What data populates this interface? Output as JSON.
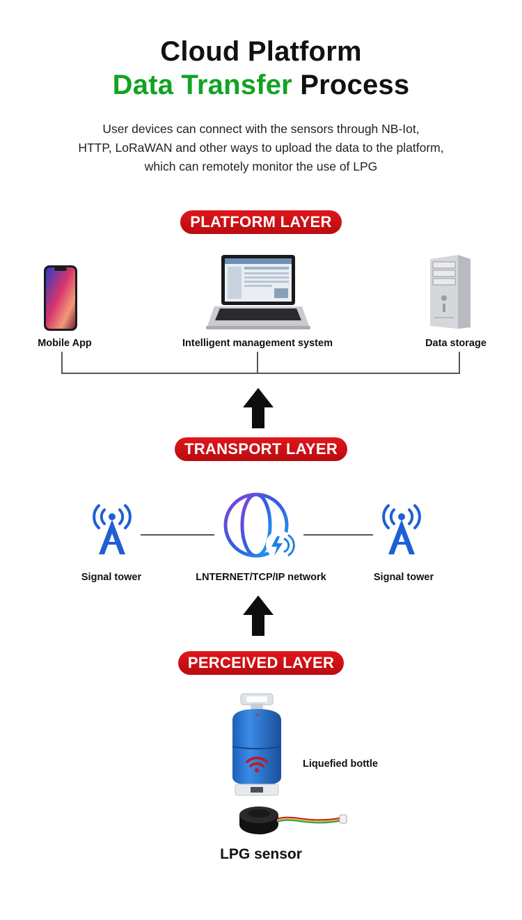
{
  "title": {
    "line1": "Cloud Platform",
    "line2_green": "Data Transfer",
    "line2_black": " Process"
  },
  "intro": {
    "line1": "User devices can connect with the sensors through NB-Iot,",
    "line2": "HTTP, LoRaWAN and other ways to upload the data to the platform,",
    "line3": "which can remotely monitor the use of LPG"
  },
  "layers": {
    "platform": "PLATFORM LAYER",
    "transport": "TRANSPORT LAYER",
    "perceived": "PERCEIVED LAYER"
  },
  "platform_nodes": {
    "mobile": "Mobile App",
    "system": "Intelligent management system",
    "storage": "Data storage"
  },
  "transport_nodes": {
    "tower_left": "Signal tower",
    "network": "LNTERNET/TCP/IP network",
    "tower_right": "Signal tower"
  },
  "perceived_nodes": {
    "bottle": "Liquefied bottle",
    "sensor": "LPG sensor"
  },
  "colors": {
    "accent_green": "#12a323",
    "pill_red": "#d01217",
    "icon_blue": "#1f5fd6",
    "bottle_blue": "#2574d0"
  },
  "icons": {
    "mobile": "smartphone-icon",
    "system": "laptop-icon",
    "storage": "server-tower-icon",
    "tower": "signal-tower-icon",
    "network": "globe-network-icon",
    "bottle": "gas-bottle-icon",
    "sensor": "sensor-puck-icon",
    "arrow": "arrow-up-icon"
  }
}
